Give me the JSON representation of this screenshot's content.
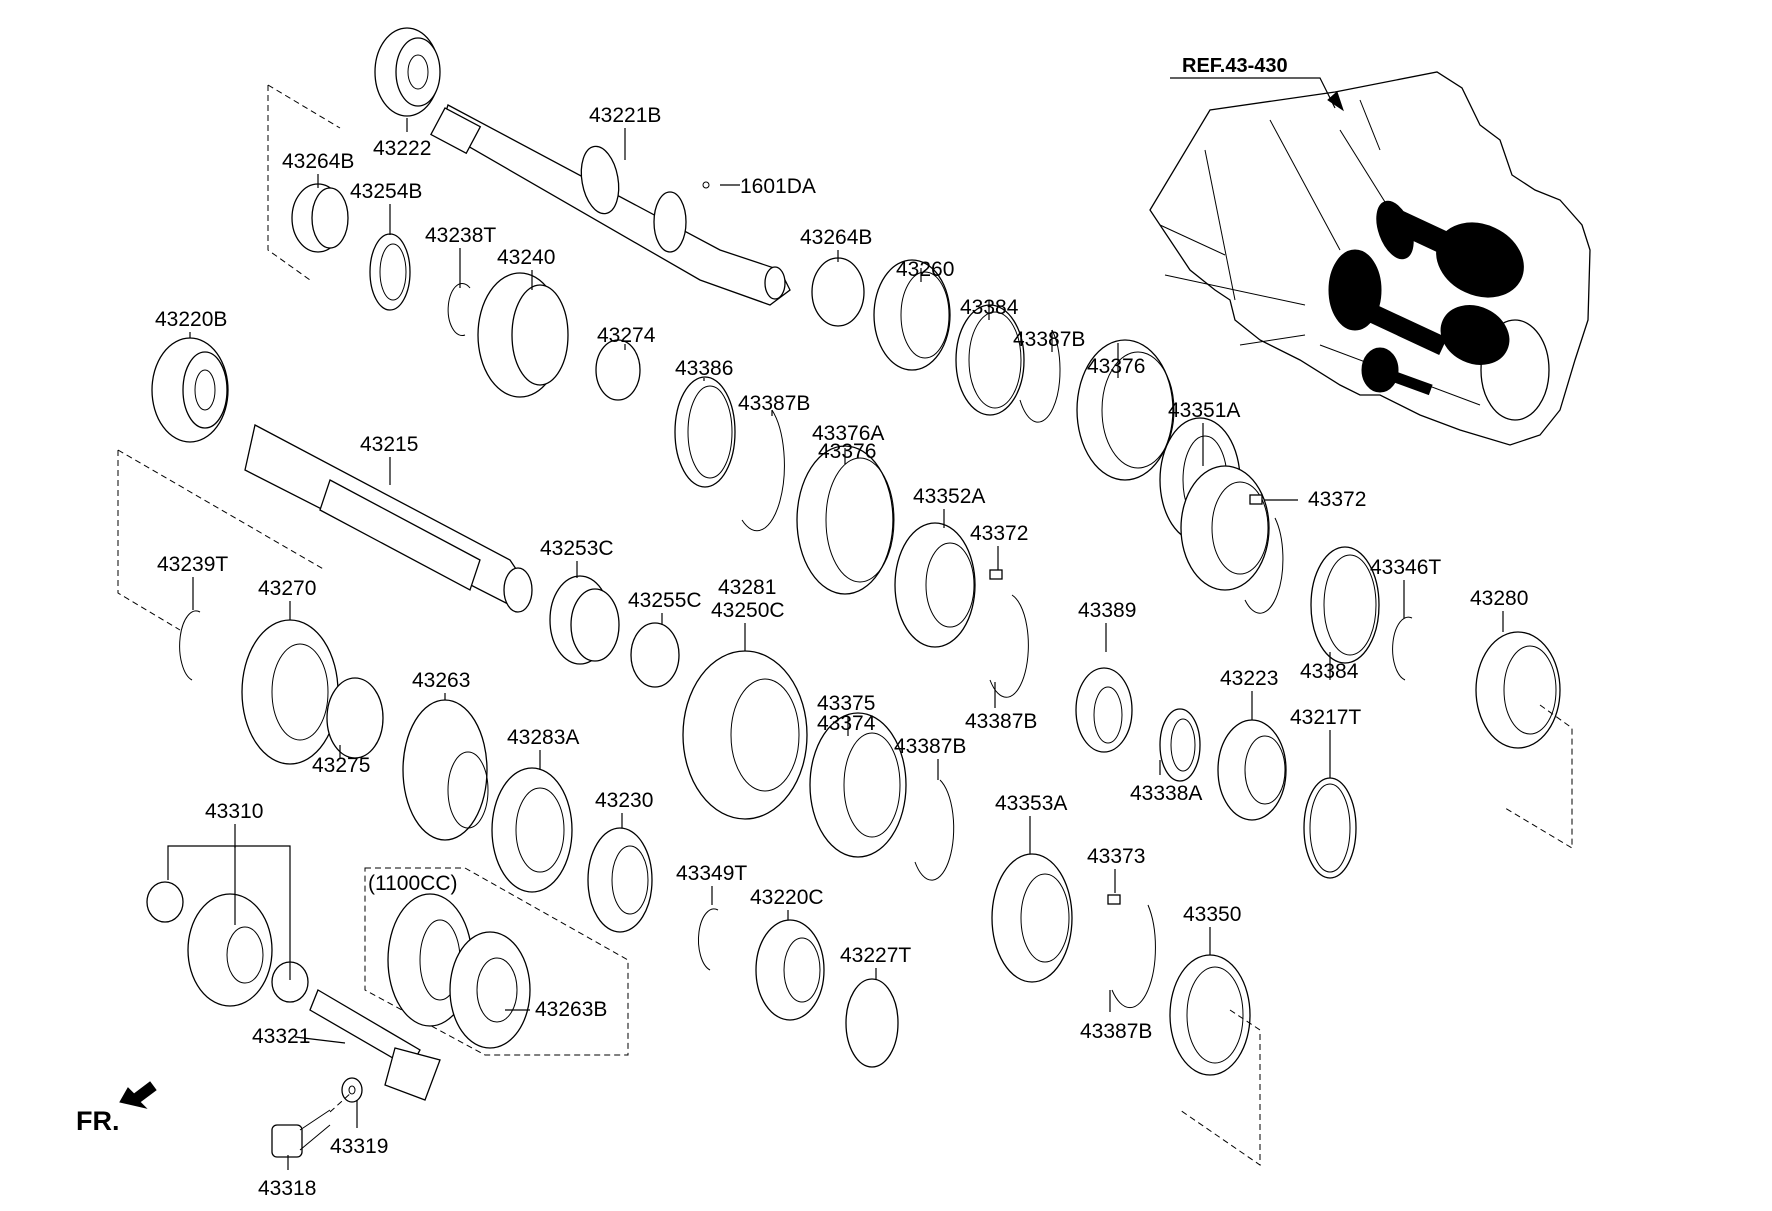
{
  "diagram": {
    "title": "Transaxle gear parts exploded view",
    "reference": "REF.43-430",
    "direction_marker": "FR.",
    "variant_note": "(1100CC)",
    "part_labels": [
      "43222",
      "43221B",
      "1601DA",
      "43264B",
      "43254B",
      "43238T",
      "43240",
      "43264B",
      "43220B",
      "43274",
      "43260",
      "43384",
      "43387B",
      "43376",
      "43386",
      "43387B",
      "43376A",
      "43376",
      "43351A",
      "43215",
      "43352A",
      "43372",
      "43372",
      "43253C",
      "43239T",
      "43270",
      "43255C",
      "43281",
      "43250C",
      "43389",
      "43387B",
      "43346T",
      "43280",
      "43263",
      "43375",
      "43374",
      "43387B",
      "43384",
      "43223",
      "43217T",
      "43283A",
      "43275",
      "43230",
      "43338A",
      "43310",
      "43353A",
      "43349T",
      "43220C",
      "43373",
      "43350",
      "43227T",
      "43263B",
      "43321",
      "43387B",
      "43319",
      "43318"
    ]
  }
}
